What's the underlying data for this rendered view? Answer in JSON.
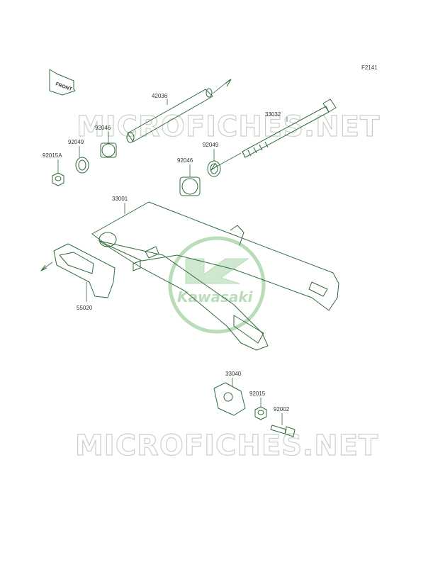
{
  "figure_code": "F2141",
  "front_label": "FRONT",
  "watermark": "MICROFICHES.NET",
  "logo_text": "Kawasaki",
  "colors": {
    "line": "#2f6b3a",
    "watermark": "#c9d0c9",
    "logo": "#b9dcb9"
  },
  "parts": [
    {
      "id": "p42036",
      "number": "42036"
    },
    {
      "id": "p33032",
      "number": "33032"
    },
    {
      "id": "p92046a",
      "number": "92046"
    },
    {
      "id": "p92049a",
      "number": "92049"
    },
    {
      "id": "p92015a",
      "number": "92015A"
    },
    {
      "id": "p92049b",
      "number": "92049"
    },
    {
      "id": "p92046b",
      "number": "92046"
    },
    {
      "id": "p33001",
      "number": "33001"
    },
    {
      "id": "p55020",
      "number": "55020"
    },
    {
      "id": "p33040",
      "number": "33040"
    },
    {
      "id": "p92015",
      "number": "92015"
    },
    {
      "id": "p92002",
      "number": "92002"
    }
  ]
}
